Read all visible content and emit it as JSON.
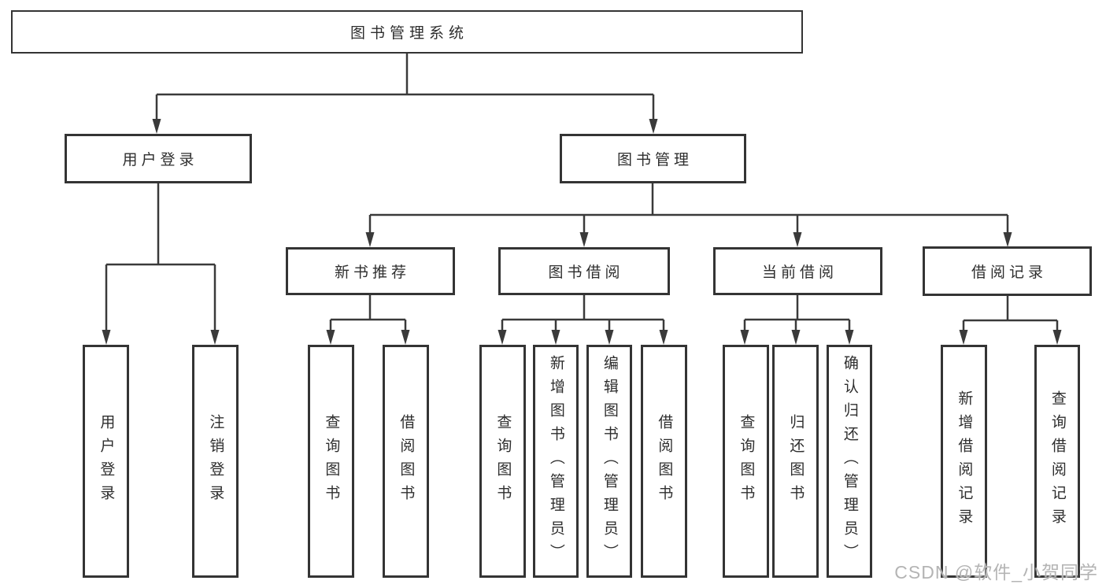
{
  "diagram": {
    "root": "图书管理系统",
    "level2": {
      "user_login": "用户登录",
      "book_management": "图书管理"
    },
    "level3": {
      "new_book_recommend": "新书推荐",
      "book_borrowing": "图书借阅",
      "current_borrowing": "当前借阅",
      "borrowing_records": "借阅记录"
    },
    "leaves": {
      "user_login": "用户登录",
      "logout": "注销登录",
      "query_books_recommend": "查询图书",
      "borrow_books_recommend": "借阅图书",
      "query_books_borrowing": "查询图书",
      "add_books_admin": "新增图书（管理员）",
      "edit_books_admin": "编辑图书（管理员）",
      "borrow_books_borrowing": "借阅图书",
      "query_books_current": "查询图书",
      "return_books": "归还图书",
      "confirm_return_admin": "确认归还（管理员）",
      "add_borrow_record": "新增借阅记录",
      "query_borrow_record": "查询借阅记录"
    },
    "watermark": "CSDN @软件_小贺同学"
  },
  "colors": {
    "line": "#3a3a3a",
    "box-border": "#343434",
    "text": "#2e2e2e",
    "watermark": "#b4b4b4"
  }
}
